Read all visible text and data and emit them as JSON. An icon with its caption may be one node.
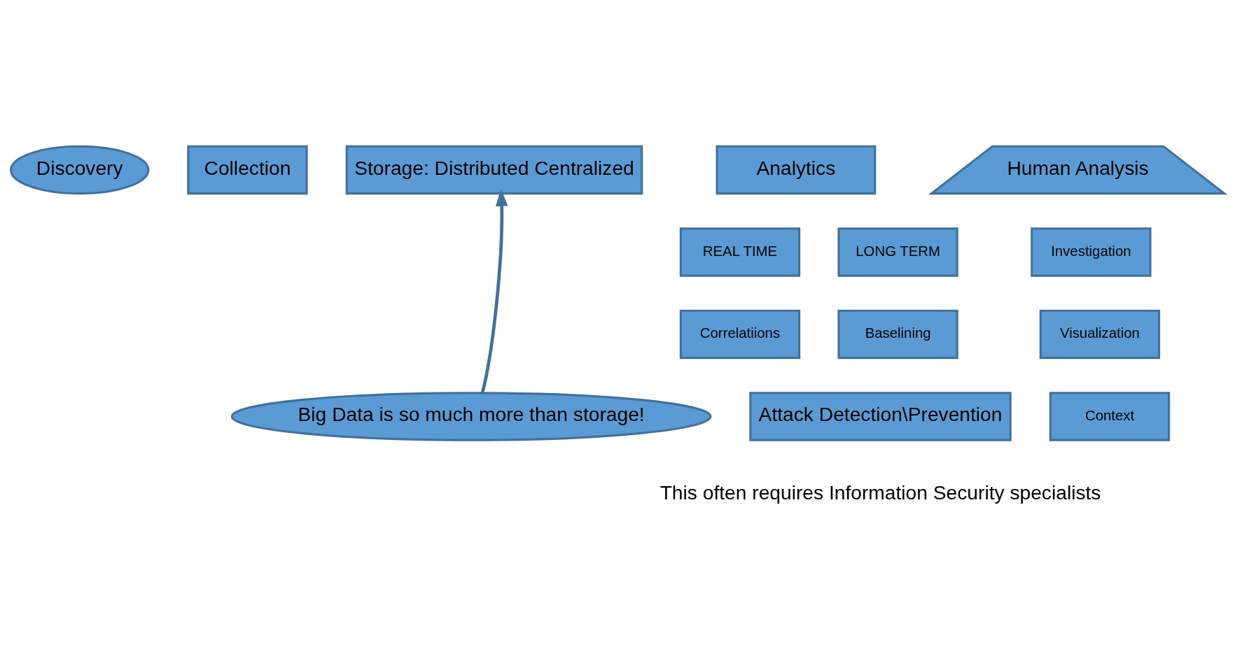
{
  "diagram": {
    "nodes": [
      {
        "text": [
          "Discovery"
        ]
      },
      {
        "text": [
          "Collection"
        ]
      },
      {
        "text": [
          "Storage: Distributed Centralized"
        ]
      },
      {
        "text": [
          "Analytics"
        ]
      },
      {
        "text": [
          "REAL TIME"
        ]
      },
      {
        "text": [
          "LONG TERM"
        ]
      },
      {
        "text": [
          "Correlatiions"
        ]
      },
      {
        "text": [
          "Baselining"
        ]
      },
      {
        "text": [
          "Attack Detection\\Prevention"
        ]
      },
      {
        "text": [
          "Human Analysis"
        ]
      },
      {
        "text": [
          "Investigation"
        ]
      },
      {
        "text": [
          "Visualization"
        ]
      },
      {
        "text": [
          "Context"
        ]
      },
      {
        "text": [
          "Big Data is so much more than storage!"
        ]
      }
    ],
    "edges": [
      {
        "from": 13,
        "to": 2,
        "arrow": "to"
      }
    ],
    "labels": [
      "This often requires Information Security specialists"
    ]
  }
}
